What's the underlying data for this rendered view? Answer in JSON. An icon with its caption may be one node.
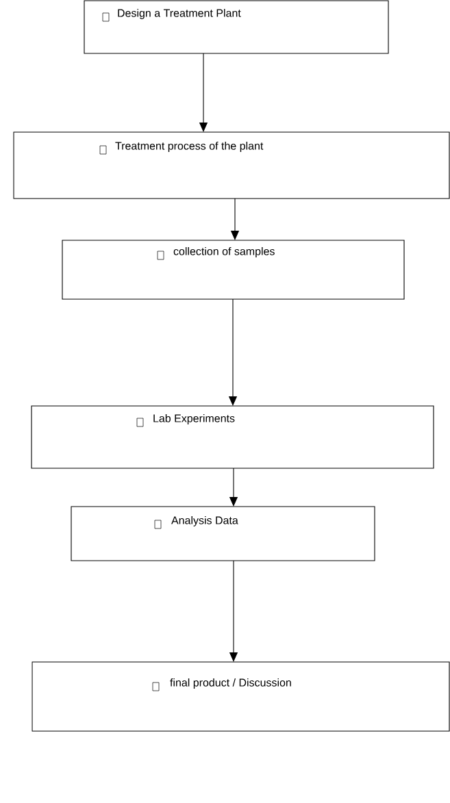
{
  "diagram": {
    "nodes": [
      {
        "text": [
          "Design a Treatment Plant"
        ]
      },
      {
        "text": [
          "Treatment process of the plant"
        ]
      },
      {
        "text": [
          "collection of samples"
        ]
      },
      {
        "text": [
          "Lab Experiments"
        ]
      },
      {
        "text": [
          "Analysis Data"
        ]
      },
      {
        "text": [
          "final product / Discussion"
        ]
      }
    ],
    "edges": [
      {
        "from": 0,
        "to": 1,
        "arrow": "to"
      },
      {
        "from": 1,
        "to": 2,
        "arrow": "to"
      },
      {
        "from": 2,
        "to": 3,
        "arrow": "to"
      },
      {
        "from": 3,
        "to": 4,
        "arrow": "to"
      },
      {
        "from": 4,
        "to": 5,
        "arrow": "to"
      }
    ]
  }
}
